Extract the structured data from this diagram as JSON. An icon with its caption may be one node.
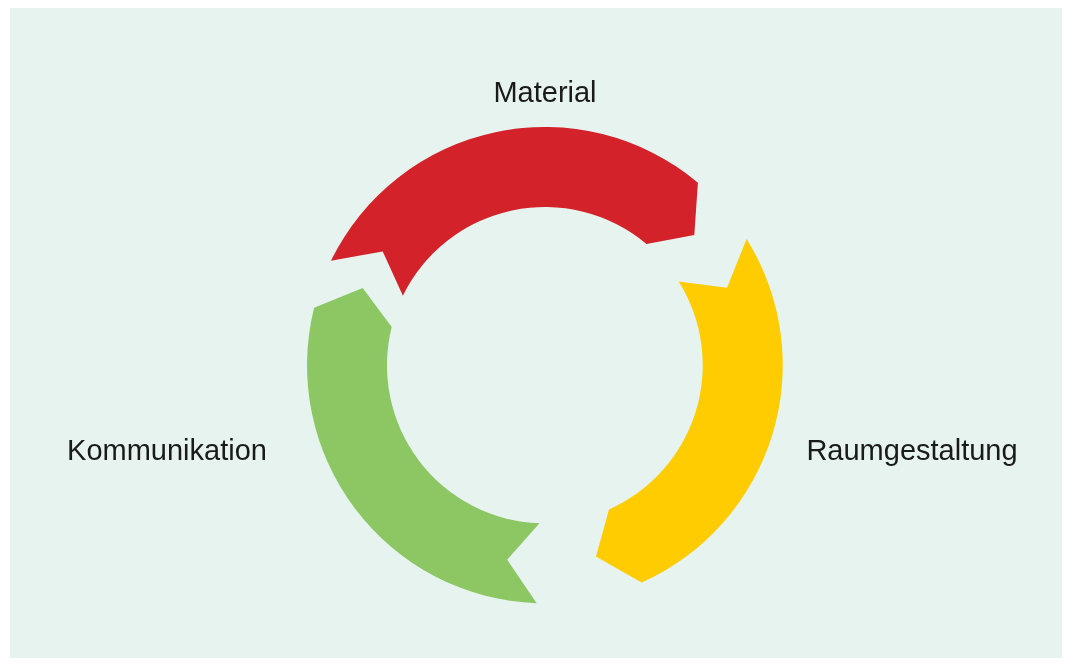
{
  "diagram": {
    "nodes": [
      {
        "text": [],
        "shape": "arrow",
        "beside": [
          "Material"
        ]
      },
      {
        "text": [],
        "shape": "arrow",
        "beside": [
          "Raumgestaltung"
        ]
      },
      {
        "text": [],
        "shape": "arrow",
        "beside": [
          "Kommunikation"
        ]
      }
    ]
  }
}
